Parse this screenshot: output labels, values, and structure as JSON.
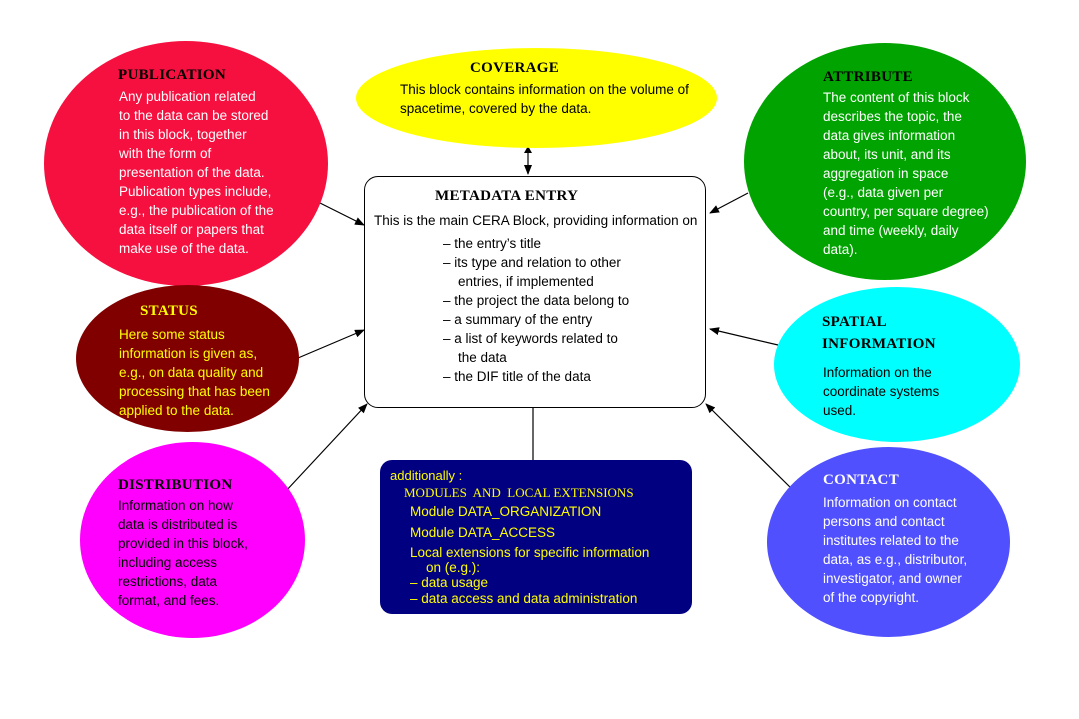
{
  "colors": {
    "publication": "#f5103f",
    "coverage": "#ffff00",
    "attribute": "#00a300",
    "status": "#800000",
    "spatial": "#00ffff",
    "distribution": "#ff00ff",
    "contact": "#5050ff",
    "modules": "#000080",
    "status_title": "#ffff00",
    "status_text": "#ffff00",
    "modules_text": "#ffff00"
  },
  "publication": {
    "title": "PUBLICATION",
    "lines": [
      "Any publication related",
      "to the data can be stored",
      "in this block, together",
      "with the form of",
      "presentation of the data.",
      "Publication types include,",
      "e.g., the publication of the",
      "data itself or papers that",
      "make use of the data."
    ]
  },
  "coverage": {
    "title": "COVERAGE",
    "lines": [
      "This block contains information on the volume of",
      "spacetime, covered by the data."
    ]
  },
  "attribute": {
    "title": "ATTRIBUTE",
    "lines": [
      "The content of this block",
      "describes the topic, the",
      "data gives information",
      "about, its unit, and its",
      "aggregation in space",
      "(e.g., data given per",
      "country, per square degree)",
      "and time (weekly, daily",
      "data)."
    ]
  },
  "metadata": {
    "title": "METADATA ENTRY",
    "intro": "This is the main CERA Block, providing information on",
    "lines": [
      "– the entry’s title",
      "– its type and relation to other",
      "    entries, if implemented",
      "– the project the data belong to",
      "– a summary of the entry",
      "– a list of keywords related to",
      "    the data",
      "– the DIF title of the data"
    ]
  },
  "status": {
    "title": "STATUS",
    "lines": [
      "Here some status",
      "information is given as,",
      "e.g., on data quality and",
      "processing that has been",
      "applied to the data."
    ]
  },
  "spatial": {
    "title_line1": "SPATIAL",
    "title_line2": "INFORMATION",
    "lines": [
      "Information on the",
      "coordinate systems",
      "used."
    ]
  },
  "distribution": {
    "title": "DISTRIBUTION",
    "lines": [
      "Information on how",
      "data is distributed is",
      "provided in this block,",
      "including access",
      "restrictions, data",
      "format, and fees."
    ]
  },
  "modules": {
    "heading": "additionally :",
    "subheading": "MODULES  AND  LOCAL EXTENSIONS",
    "module1": "Module DATA_ORGANIZATION",
    "module2": "Module DATA_ACCESS",
    "local1": "Local extensions for specific information",
    "local2": "on (e.g.):",
    "item1": "– data usage",
    "item2": "– data access and data administration"
  },
  "contact": {
    "title": "CONTACT",
    "lines": [
      "Information on contact",
      "persons and contact",
      "institutes related to the",
      "data, as e.g., distributor,",
      "investigator, and owner",
      "of the copyright."
    ]
  }
}
